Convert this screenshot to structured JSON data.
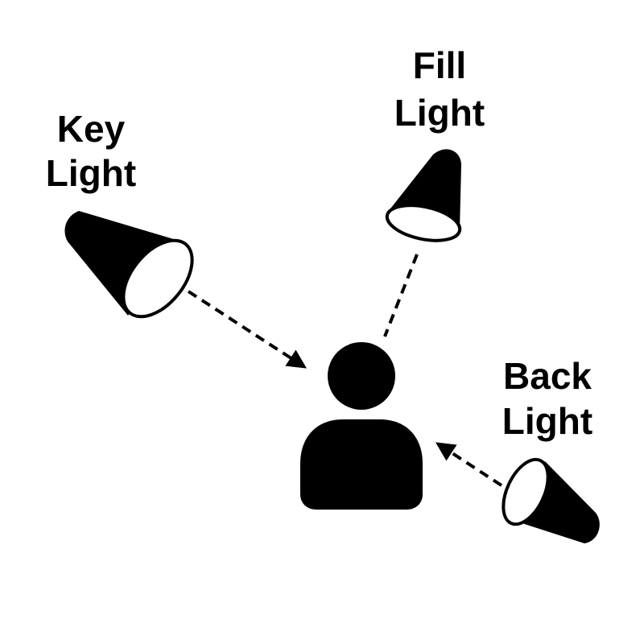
{
  "colors": {
    "ink": "#000000",
    "background": "#ffffff"
  },
  "lights": [
    {
      "id": "key",
      "line1": "Key",
      "line2": "Light",
      "icon": "spotlight-icon"
    },
    {
      "id": "fill",
      "line1": "Fill",
      "line2": "Light",
      "icon": "spotlight-icon"
    },
    {
      "id": "back",
      "line1": "Back",
      "line2": "Light",
      "icon": "spotlight-icon"
    }
  ],
  "subject": {
    "icon": "person-icon"
  }
}
